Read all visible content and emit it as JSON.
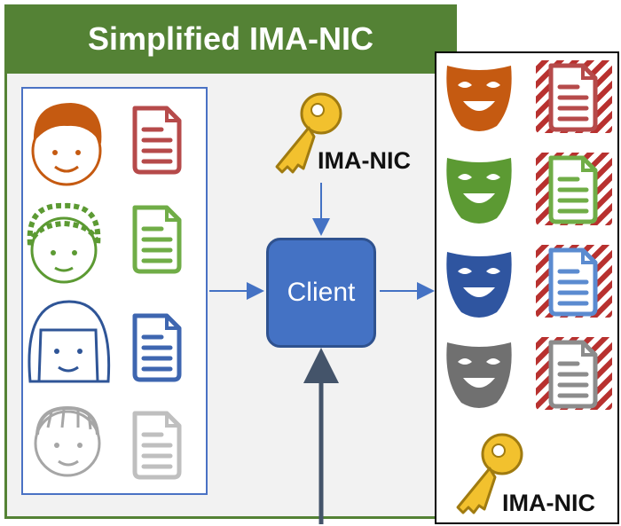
{
  "title": "Simplified IMA-NIC",
  "client_label": "Client",
  "key_label_top": "IMA-NIC",
  "key_label_bottom": "IMA-NIC",
  "colors": {
    "frame_green": "#548235",
    "client_blue": "#4472c4",
    "user_orange": "#c55a11",
    "user_green": "#70ad47",
    "user_blue": "#2f5597",
    "user_gray": "#a6a6a6",
    "hatch_red": "#b8312f"
  },
  "users": [
    {
      "name": "orange-user",
      "color": "#c55a11",
      "doc_color": "#b64a4a"
    },
    {
      "name": "green-user",
      "color": "#5c9a33",
      "doc_color": "#70ad47"
    },
    {
      "name": "blue-user",
      "color": "#2f5597",
      "doc_color": "#3e66b0"
    },
    {
      "name": "gray-user",
      "color": "#a6a6a6",
      "doc_color": "#a6a6a6"
    }
  ],
  "masks": [
    {
      "color": "#c55a11",
      "doc_color": "#b64a4a"
    },
    {
      "color": "#5c9a33",
      "doc_color": "#70ad47"
    },
    {
      "color": "#2f55a0",
      "doc_color": "#5b8bd0"
    },
    {
      "color": "#707070",
      "doc_color": "#8c8c8c"
    }
  ],
  "icons": {
    "key": "key-icon",
    "document": "document-icon",
    "mask": "theater-mask-icon",
    "face": "face-icon"
  }
}
